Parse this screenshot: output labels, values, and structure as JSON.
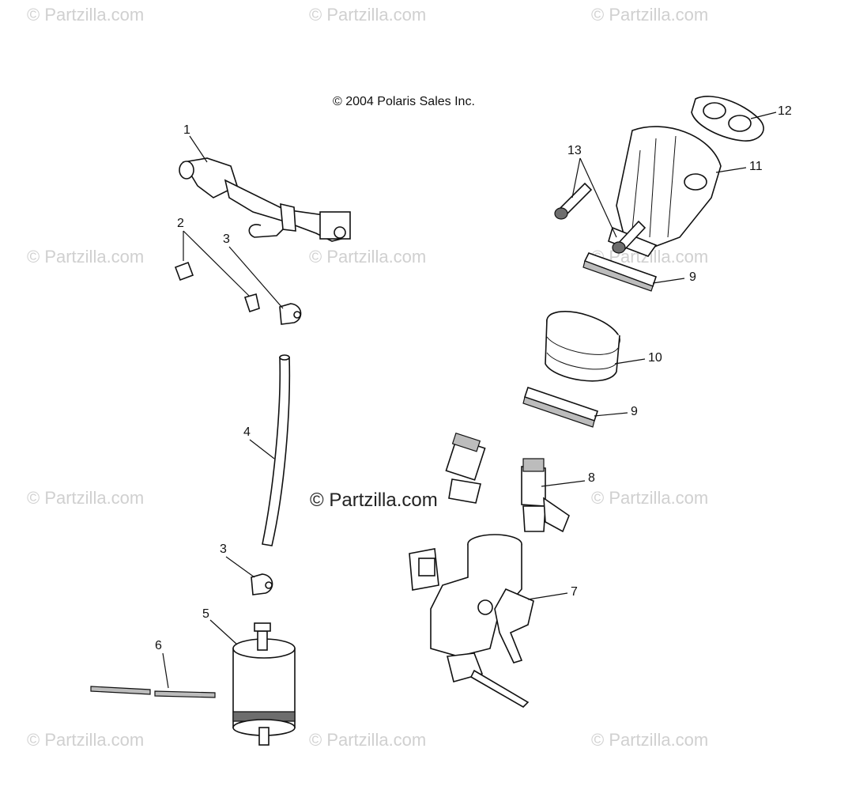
{
  "copyright": "© 2004 Polaris Sales Inc.",
  "watermark": "© Partzilla.com",
  "center_watermark": "© Partzilla.com",
  "callouts": {
    "c1": "1",
    "c2": "2",
    "c3a": "3",
    "c3b": "3",
    "c4": "4",
    "c5": "5",
    "c6": "6",
    "c7": "7",
    "c8": "8",
    "c9a": "9",
    "c9b": "9",
    "c10": "10",
    "c11": "11",
    "c12": "12",
    "c13": "13"
  },
  "colors": {
    "line": "#111111",
    "watermark": "#d0d0d0",
    "shade": "#bcbcbc"
  }
}
